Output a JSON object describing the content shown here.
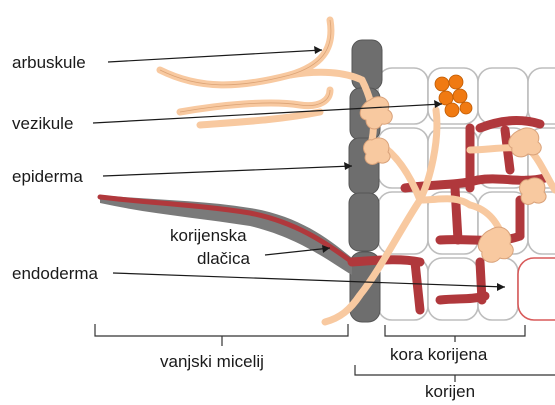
{
  "labels": {
    "arbuskule": "arbuskule",
    "vezikule": "vezikule",
    "epiderma": "epiderma",
    "korijenska": "korijenska",
    "dlacica": "dlačica",
    "endoderma": "endoderma",
    "vanjski_micelij": "vanjski micelij",
    "kora_korijena": "kora korijena",
    "korijen": "korijen"
  },
  "colors": {
    "fungus": "#f8c9a0",
    "fungus_stroke": "#c98a5a",
    "root_hair": "#b0383c",
    "epidermis": "#6e6e6e",
    "vesicle": "#f07a12",
    "cell_outline": "#bdbdbd",
    "endoderm_cell": "#d85a5a"
  }
}
